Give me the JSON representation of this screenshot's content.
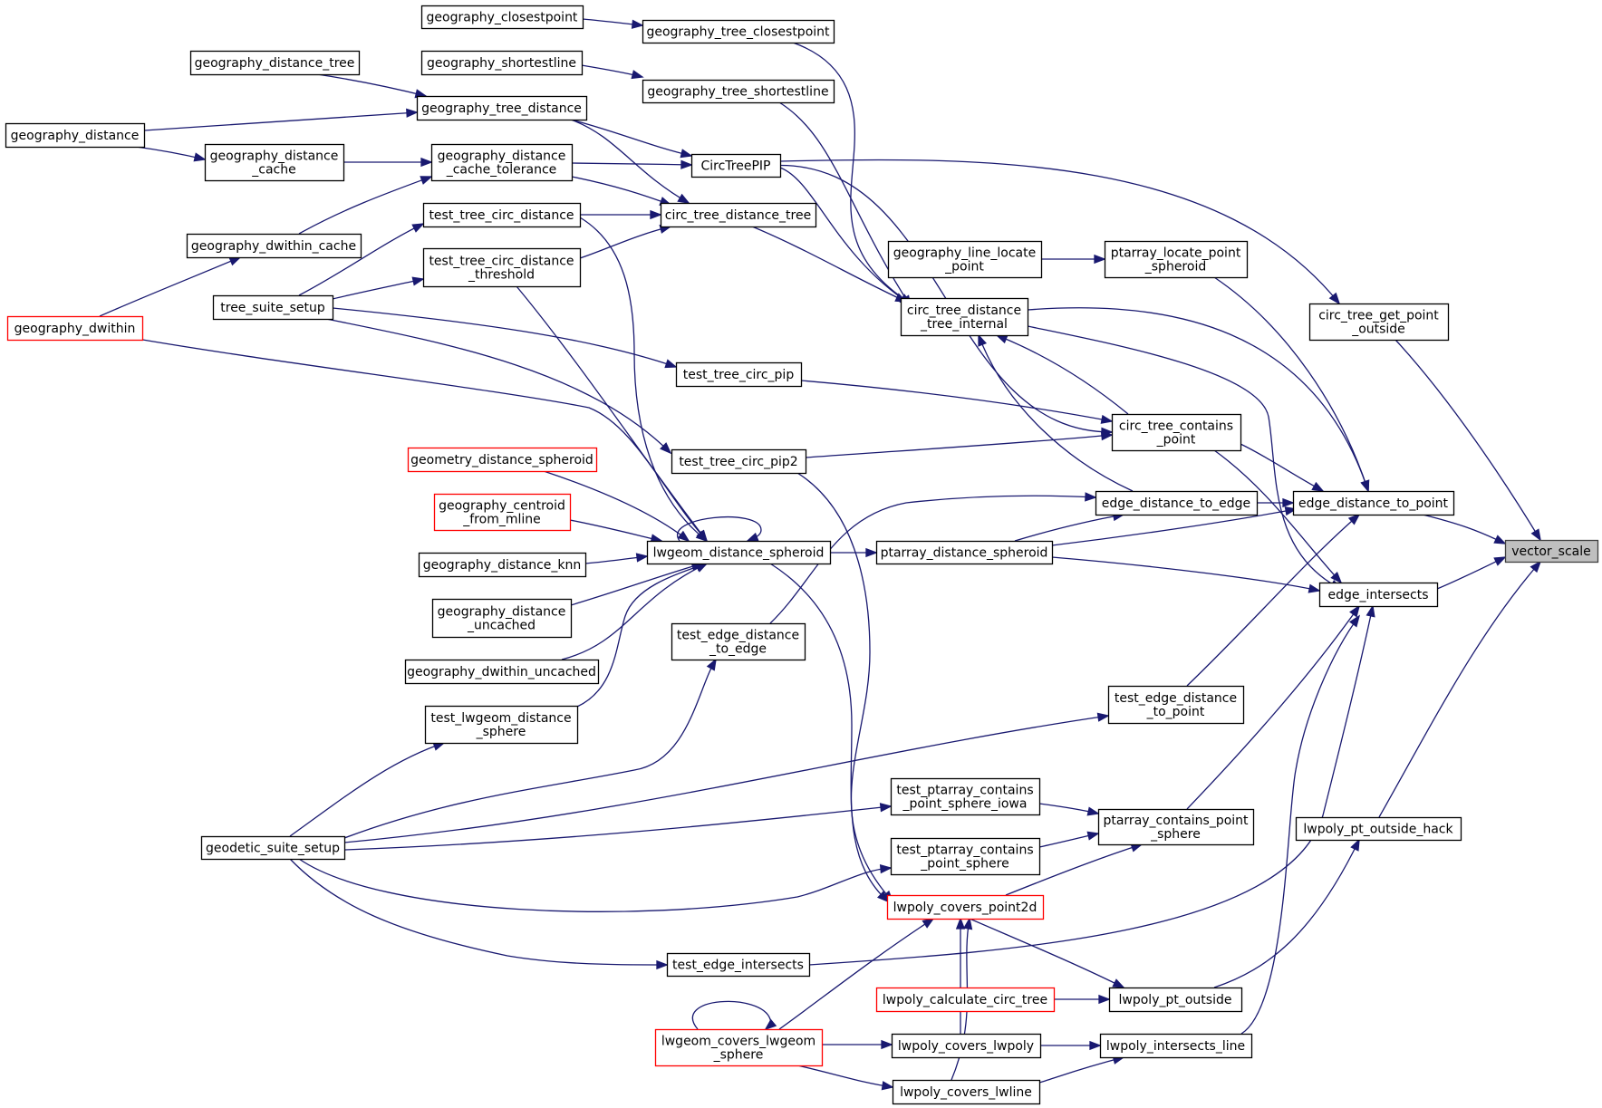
{
  "graph": {
    "colors": {
      "edge": "#191970",
      "node_border": "#000000",
      "truncated_border": "#ff0000",
      "root_fill": "#bfbfbf"
    },
    "nodes": [
      {
        "id": "vector_scale",
        "lines": [
          "vector_scale"
        ],
        "style": "root"
      },
      {
        "id": "circ_tree_get_point_outside",
        "lines": [
          "circ_tree_get_point",
          "_outside"
        ]
      },
      {
        "id": "edge_distance_to_point",
        "lines": [
          "edge_distance_to_point"
        ]
      },
      {
        "id": "edge_intersects",
        "lines": [
          "edge_intersects"
        ]
      },
      {
        "id": "lwpoly_pt_outside_hack",
        "lines": [
          "lwpoly_pt_outside_hack"
        ]
      },
      {
        "id": "CircTreePIP",
        "lines": [
          "CircTreePIP"
        ]
      },
      {
        "id": "circ_tree_contains_point",
        "lines": [
          "circ_tree_contains",
          "_point"
        ]
      },
      {
        "id": "edge_distance_to_edge",
        "lines": [
          "edge_distance_to_edge"
        ]
      },
      {
        "id": "ptarray_distance_spheroid",
        "lines": [
          "ptarray_distance_spheroid"
        ]
      },
      {
        "id": "test_edge_distance_to_point",
        "lines": [
          "test_edge_distance",
          "_to_point"
        ]
      },
      {
        "id": "ptarray_contains_point_sphere",
        "lines": [
          "ptarray_contains_point",
          "_sphere"
        ]
      },
      {
        "id": "lwpoly_pt_outside",
        "lines": [
          "lwpoly_pt_outside"
        ]
      },
      {
        "id": "lwpoly_intersects_line",
        "lines": [
          "lwpoly_intersects_line"
        ]
      },
      {
        "id": "ptarray_locate_point_spheroid",
        "lines": [
          "ptarray_locate_point",
          "_spheroid"
        ]
      },
      {
        "id": "geography_line_locate_point",
        "lines": [
          "geography_line_locate",
          "_point"
        ]
      },
      {
        "id": "circ_tree_distance_tree_internal",
        "lines": [
          "circ_tree_distance",
          "_tree_internal"
        ]
      },
      {
        "id": "test_ptarray_contains_point_sphere_iowa",
        "lines": [
          "test_ptarray_contains",
          "_point_sphere_iowa"
        ]
      },
      {
        "id": "test_ptarray_contains_point_sphere",
        "lines": [
          "test_ptarray_contains",
          "_point_sphere"
        ]
      },
      {
        "id": "lwpoly_covers_point2d",
        "lines": [
          "lwpoly_covers_point2d"
        ],
        "style": "red"
      },
      {
        "id": "lwpoly_calculate_circ_tree",
        "lines": [
          "lwpoly_calculate_circ_tree"
        ],
        "style": "red"
      },
      {
        "id": "lwpoly_covers_lwpoly",
        "lines": [
          "lwpoly_covers_lwpoly"
        ]
      },
      {
        "id": "lwpoly_covers_lwline",
        "lines": [
          "lwpoly_covers_lwline"
        ]
      },
      {
        "id": "geography_tree_closestpoint",
        "lines": [
          "geography_tree_closestpoint"
        ]
      },
      {
        "id": "geography_tree_shortestline",
        "lines": [
          "geography_tree_shortestline"
        ]
      },
      {
        "id": "circ_tree_distance_tree",
        "lines": [
          "circ_tree_distance_tree"
        ]
      },
      {
        "id": "test_tree_circ_pip",
        "lines": [
          "test_tree_circ_pip"
        ]
      },
      {
        "id": "test_tree_circ_pip2",
        "lines": [
          "test_tree_circ_pip2"
        ]
      },
      {
        "id": "lwgeom_distance_spheroid",
        "lines": [
          "lwgeom_distance_spheroid"
        ]
      },
      {
        "id": "test_edge_distance_to_edge",
        "lines": [
          "test_edge_distance",
          "_to_edge"
        ]
      },
      {
        "id": "test_edge_intersects",
        "lines": [
          "test_edge_intersects"
        ]
      },
      {
        "id": "lwgeom_covers_lwgeom_sphere",
        "lines": [
          "lwgeom_covers_lwgeom",
          "_sphere"
        ],
        "style": "red"
      },
      {
        "id": "geography_closestpoint",
        "lines": [
          "geography_closestpoint"
        ]
      },
      {
        "id": "geography_shortestline",
        "lines": [
          "geography_shortestline"
        ]
      },
      {
        "id": "geography_tree_distance",
        "lines": [
          "geography_tree_distance"
        ]
      },
      {
        "id": "geography_distance_cache_tolerance",
        "lines": [
          "geography_distance",
          "_cache_tolerance"
        ]
      },
      {
        "id": "test_tree_circ_distance",
        "lines": [
          "test_tree_circ_distance"
        ]
      },
      {
        "id": "test_tree_circ_distance_threshold",
        "lines": [
          "test_tree_circ_distance",
          "_threshold"
        ]
      },
      {
        "id": "geometry_distance_spheroid",
        "lines": [
          "geometry_distance_spheroid"
        ],
        "style": "red"
      },
      {
        "id": "geography_centroid_from_mline",
        "lines": [
          "geography_centroid",
          "_from_mline"
        ],
        "style": "red"
      },
      {
        "id": "geography_distance_knn",
        "lines": [
          "geography_distance_knn"
        ]
      },
      {
        "id": "geography_distance_uncached",
        "lines": [
          "geography_distance",
          "_uncached"
        ]
      },
      {
        "id": "geography_dwithin_uncached",
        "lines": [
          "geography_dwithin_uncached"
        ]
      },
      {
        "id": "test_lwgeom_distance_sphere",
        "lines": [
          "test_lwgeom_distance",
          "_sphere"
        ]
      },
      {
        "id": "geography_distance_tree",
        "lines": [
          "geography_distance_tree"
        ]
      },
      {
        "id": "geography_distance_cache",
        "lines": [
          "geography_distance",
          "_cache"
        ]
      },
      {
        "id": "geography_dwithin_cache",
        "lines": [
          "geography_dwithin_cache"
        ]
      },
      {
        "id": "tree_suite_setup",
        "lines": [
          "tree_suite_setup"
        ]
      },
      {
        "id": "geodetic_suite_setup",
        "lines": [
          "geodetic_suite_setup"
        ]
      },
      {
        "id": "geography_distance",
        "lines": [
          "geography_distance"
        ]
      },
      {
        "id": "geography_dwithin",
        "lines": [
          "geography_dwithin"
        ],
        "style": "red"
      }
    ],
    "edges": [
      [
        "circ_tree_get_point_outside",
        "vector_scale"
      ],
      [
        "edge_distance_to_point",
        "vector_scale"
      ],
      [
        "edge_intersects",
        "vector_scale"
      ],
      [
        "lwpoly_pt_outside_hack",
        "vector_scale"
      ],
      [
        "CircTreePIP",
        "circ_tree_get_point_outside"
      ],
      [
        "circ_tree_contains_point",
        "edge_distance_to_point"
      ],
      [
        "edge_distance_to_edge",
        "edge_distance_to_point"
      ],
      [
        "ptarray_distance_spheroid",
        "edge_distance_to_point"
      ],
      [
        "test_edge_distance_to_point",
        "edge_distance_to_point"
      ],
      [
        "circ_tree_distance_tree_internal",
        "edge_distance_to_point"
      ],
      [
        "ptarray_locate_point_spheroid",
        "edge_distance_to_point"
      ],
      [
        "circ_tree_contains_point",
        "edge_intersects"
      ],
      [
        "ptarray_distance_spheroid",
        "edge_intersects"
      ],
      [
        "ptarray_contains_point_sphere",
        "edge_intersects"
      ],
      [
        "lwpoly_intersects_line",
        "edge_intersects"
      ],
      [
        "test_edge_intersects",
        "edge_intersects"
      ],
      [
        "circ_tree_distance_tree_internal",
        "edge_intersects"
      ],
      [
        "lwpoly_pt_outside",
        "lwpoly_pt_outside_hack"
      ],
      [
        "geography_line_locate_point",
        "ptarray_locate_point_spheroid"
      ],
      [
        "circ_tree_distance_tree",
        "circ_tree_distance_tree_internal"
      ],
      [
        "geography_tree_closestpoint",
        "circ_tree_distance_tree_internal"
      ],
      [
        "geography_tree_shortestline",
        "circ_tree_distance_tree_internal"
      ],
      [
        "CircTreePIP",
        "circ_tree_distance_tree_internal"
      ],
      [
        "circ_tree_contains_point",
        "circ_tree_distance_tree_internal"
      ],
      [
        "edge_distance_to_edge",
        "circ_tree_distance_tree_internal"
      ],
      [
        "CircTreePIP",
        "circ_tree_contains_point"
      ],
      [
        "test_tree_circ_pip",
        "circ_tree_contains_point"
      ],
      [
        "test_tree_circ_pip2",
        "circ_tree_contains_point"
      ],
      [
        "test_edge_distance_to_edge",
        "edge_distance_to_edge"
      ],
      [
        "ptarray_distance_spheroid",
        "edge_distance_to_edge"
      ],
      [
        "lwgeom_distance_spheroid",
        "ptarray_distance_spheroid"
      ],
      [
        "geodetic_suite_setup",
        "test_edge_distance_to_point"
      ],
      [
        "test_ptarray_contains_point_sphere_iowa",
        "ptarray_contains_point_sphere"
      ],
      [
        "test_ptarray_contains_point_sphere",
        "ptarray_contains_point_sphere"
      ],
      [
        "lwpoly_covers_point2d",
        "ptarray_contains_point_sphere"
      ],
      [
        "lwpoly_calculate_circ_tree",
        "lwpoly_pt_outside"
      ],
      [
        "lwpoly_covers_point2d",
        "lwpoly_pt_outside"
      ],
      [
        "lwpoly_covers_lwpoly",
        "lwpoly_intersects_line"
      ],
      [
        "lwpoly_covers_lwline",
        "lwpoly_intersects_line"
      ],
      [
        "geodetic_suite_setup",
        "test_ptarray_contains_point_sphere_iowa"
      ],
      [
        "geodetic_suite_setup",
        "test_ptarray_contains_point_sphere"
      ],
      [
        "lwgeom_covers_lwgeom_sphere",
        "lwpoly_covers_point2d"
      ],
      [
        "lwpoly_covers_lwpoly",
        "lwpoly_covers_point2d"
      ],
      [
        "lwpoly_covers_lwline",
        "lwpoly_covers_point2d"
      ],
      [
        "lwgeom_covers_lwgeom_sphere",
        "lwpoly_covers_lwpoly"
      ],
      [
        "lwgeom_covers_lwgeom_sphere",
        "lwpoly_covers_lwline"
      ],
      [
        "geography_closestpoint",
        "geography_tree_closestpoint"
      ],
      [
        "geography_shortestline",
        "geography_tree_shortestline"
      ],
      [
        "geography_tree_distance",
        "circ_tree_distance_tree"
      ],
      [
        "geography_distance_cache_tolerance",
        "circ_tree_distance_tree"
      ],
      [
        "test_tree_circ_distance",
        "circ_tree_distance_tree"
      ],
      [
        "test_tree_circ_distance_threshold",
        "circ_tree_distance_tree"
      ],
      [
        "tree_suite_setup",
        "test_tree_circ_pip"
      ],
      [
        "tree_suite_setup",
        "test_tree_circ_pip2"
      ],
      [
        "geography_distance_tree",
        "geography_tree_distance"
      ],
      [
        "geography_distance",
        "geography_tree_distance"
      ],
      [
        "geography_tree_distance",
        "CircTreePIP"
      ],
      [
        "geography_distance_cache_tolerance",
        "CircTreePIP"
      ],
      [
        "geography_distance_cache",
        "geography_distance_cache_tolerance"
      ],
      [
        "geography_dwithin_cache",
        "geography_distance_cache_tolerance"
      ],
      [
        "tree_suite_setup",
        "test_tree_circ_distance"
      ],
      [
        "tree_suite_setup",
        "test_tree_circ_distance_threshold"
      ],
      [
        "geography_distance",
        "geography_distance_cache"
      ],
      [
        "geography_dwithin",
        "geography_dwithin_cache"
      ],
      [
        "geometry_distance_spheroid",
        "lwgeom_distance_spheroid"
      ],
      [
        "geography_centroid_from_mline",
        "lwgeom_distance_spheroid"
      ],
      [
        "geography_distance_knn",
        "lwgeom_distance_spheroid"
      ],
      [
        "geography_distance_uncached",
        "lwgeom_distance_spheroid"
      ],
      [
        "geography_dwithin_uncached",
        "lwgeom_distance_spheroid"
      ],
      [
        "test_lwgeom_distance_sphere",
        "lwgeom_distance_spheroid"
      ],
      [
        "test_tree_circ_distance",
        "lwgeom_distance_spheroid"
      ],
      [
        "test_tree_circ_distance_threshold",
        "lwgeom_distance_spheroid"
      ],
      [
        "geography_dwithin",
        "lwgeom_distance_spheroid"
      ],
      [
        "lwgeom_distance_spheroid",
        "lwgeom_distance_spheroid"
      ],
      [
        "lwgeom_distance_spheroid",
        "lwpoly_covers_point2d"
      ],
      [
        "test_tree_circ_pip2",
        "lwpoly_covers_point2d"
      ],
      [
        "geodetic_suite_setup",
        "test_lwgeom_distance_sphere"
      ],
      [
        "geodetic_suite_setup",
        "test_edge_distance_to_edge"
      ],
      [
        "geodetic_suite_setup",
        "test_edge_intersects"
      ],
      [
        "lwgeom_covers_lwgeom_sphere",
        "lwgeom_covers_lwgeom_sphere"
      ]
    ]
  }
}
